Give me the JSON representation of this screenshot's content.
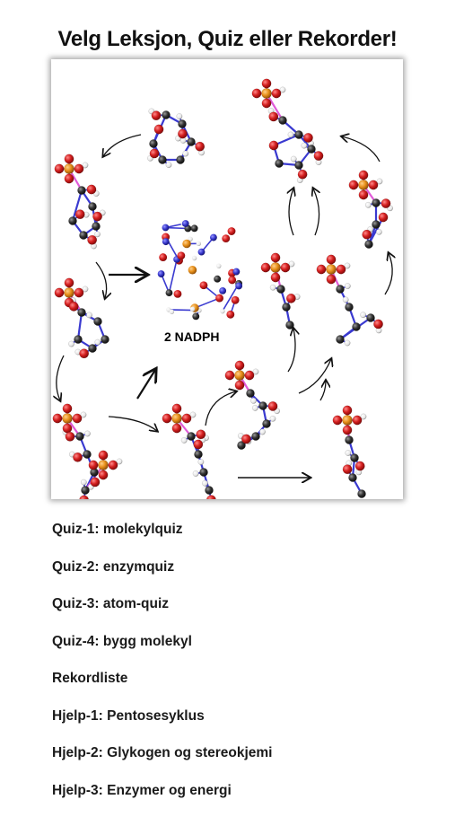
{
  "page": {
    "title": "Velg Leksjon, Quiz eller Rekorder!"
  },
  "figure": {
    "label": "2 NADPH",
    "colors": {
      "oxygen": "#cc1a1a",
      "carbon": "#2b2b2b",
      "hydrogen": "#f2f2f2",
      "phosphorus": "#e8901a",
      "nitrogen": "#3a3ad0",
      "bond_p": "#e05ad8"
    }
  },
  "menu": {
    "items": [
      {
        "label": "Quiz-1: molekylquiz"
      },
      {
        "label": "Quiz-2: enzymquiz"
      },
      {
        "label": "Quiz-3: atom-quiz"
      },
      {
        "label": "Quiz-4: bygg molekyl"
      },
      {
        "label": "Rekordliste"
      },
      {
        "label": "Hjelp-1: Pentosesyklus"
      },
      {
        "label": "Hjelp-2: Glykogen og stereokjemi"
      },
      {
        "label": "Hjelp-3: Enzymer og energi"
      }
    ]
  }
}
